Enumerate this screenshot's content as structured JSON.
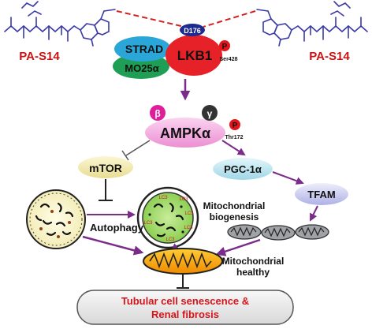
{
  "compound": {
    "left_label": "PA-S14",
    "right_label": "PA-S14"
  },
  "lkb1_complex": {
    "strad": "STRAD",
    "mo25": "MO25α",
    "lkb1": "LKB1",
    "d176": "D176",
    "p_mark": "P",
    "ser_site": "Ser428"
  },
  "ampk": {
    "beta": "β",
    "gamma": "γ",
    "alpha": "AMPKα",
    "p_mark": "P",
    "thr_site": "Thr172"
  },
  "nodes": {
    "mtor": "mTOR",
    "pgc1a": "PGC-1α",
    "tfam": "TFAM",
    "autophagy": "Autophagy",
    "mito_biogenesis_1": "Mitochondrial",
    "mito_biogenesis_2": "biogenesis",
    "mito_healthy_1": "Mitochondrial",
    "mito_healthy_2": "healthy",
    "lc3": "LC3"
  },
  "outcome": {
    "line1": "Tubular cell senescence &",
    "line2": "Renal fibrosis"
  },
  "colors": {
    "compound_text": "#cc1111",
    "molecule": "#3a3aa6",
    "dashed": "#d42020",
    "strad": "#2aa7d8",
    "mo25": "#1f9e55",
    "lkb1": "#e62228",
    "d176": "#1d2a8f",
    "p_circle": "#e4161b",
    "ampk_alpha": "#f09ad9",
    "beta": "#e01e9a",
    "gamma": "#333333",
    "arrow": "#7b2b8a",
    "mtor_fill": "#f3ecb8",
    "pgc_fill": "#bfe7f0",
    "tfam_fill": "#cccdf0",
    "outcome_text": "#d4161b",
    "outcome_fill": "#ececec"
  }
}
